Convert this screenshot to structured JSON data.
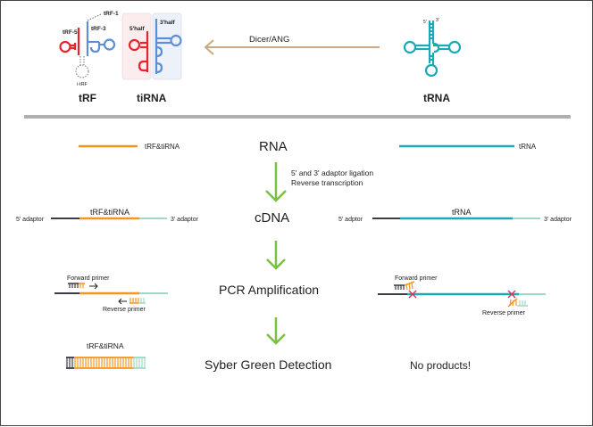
{
  "colors": {
    "tRF_red": "#e8232b",
    "tRF_blue": "#5b8fd6",
    "tRNA_teal": "#1aa9b5",
    "orange": "#f2961f",
    "adaptor_dark": "#3c3c46",
    "adaptor_light": "#9fd8c6",
    "arrow_green": "#79c142",
    "dicer_arrow": "#c9ab7f",
    "divider": "#b0b0b0",
    "mismatch": "#e0305a"
  },
  "top": {
    "trf": {
      "title": "tRF",
      "labels": {
        "trf5": "tRF-5",
        "trf3": "tRF-3",
        "trf1": "tRF-1",
        "itrf": "i-tRF"
      }
    },
    "tirna": {
      "title": "tiRNA",
      "labels": {
        "half5": "5'half",
        "half3": "3'half"
      }
    },
    "enzyme": {
      "label": "Dicer/ANG"
    },
    "trna": {
      "title": "tRNA",
      "labels": {
        "end5": "5'",
        "end3": "3'"
      }
    }
  },
  "workflow": {
    "steps": [
      {
        "label": "RNA"
      },
      {
        "label": "cDNA"
      },
      {
        "label": "PCR Amplification"
      },
      {
        "label": "Syber Green Detection"
      }
    ],
    "step1_notes": [
      "5' and 3' adaptor ligation",
      "Reverse transcription"
    ]
  },
  "left": {
    "rna_label": "tRF&tiRNA",
    "cdna_label": "tRF&tiRNA",
    "adaptor5": "5' adaptor",
    "adaptor3": "3' adaptor",
    "forward_primer": "Forward primer",
    "reverse_primer": "Reverse primer",
    "product_label": "tRF&tiRNA"
  },
  "right": {
    "rna_label": "tRNA",
    "cdna_label": "tRNA",
    "adaptor5": "5' adptor",
    "adaptor3": "3' adaptor",
    "forward_primer": "Forward primer",
    "reverse_primer": "Reverse primer",
    "result": "No products!"
  }
}
